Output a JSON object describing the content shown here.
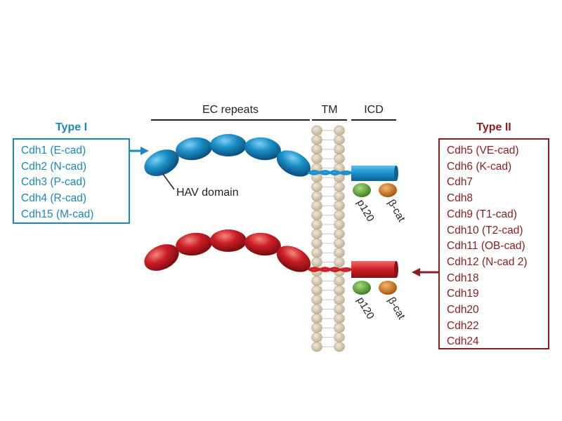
{
  "headers": {
    "ec_repeats": "EC repeats",
    "tm": "TM",
    "icd": "ICD"
  },
  "type1": {
    "title": "Type I",
    "color": "#1b87c0",
    "items": [
      "Cdh1 (E-cad)",
      "Cdh2 (N-cad)",
      "Cdh3 (P-cad)",
      "Cdh4 (R-cad)",
      "Cdh15 (M-cad)"
    ]
  },
  "type2": {
    "title": "Type II",
    "color": "#8c1d1d",
    "items": [
      "Cdh5 (VE-cad)",
      "Cdh6 (K-cad)",
      "Cdh7",
      "Cdh8",
      "Cdh9 (T1-cad)",
      "Cdh10 (T2-cad)",
      "Cdh11 (OB-cad)",
      "Cdh12 (N-cad 2)",
      "Cdh18",
      "Cdh19",
      "Cdh20",
      "Cdh22",
      "Cdh24"
    ]
  },
  "labels": {
    "hav_domain": "HAV domain",
    "p120": "p120",
    "beta_cat": "β-cat"
  },
  "colors": {
    "type1_protein": "#1b8fc8",
    "type2_protein": "#cc1f26",
    "p120_bead": "#5aa83a",
    "beta_cat_bead": "#d97a1a",
    "lipid_head": "#d6cdb5"
  }
}
